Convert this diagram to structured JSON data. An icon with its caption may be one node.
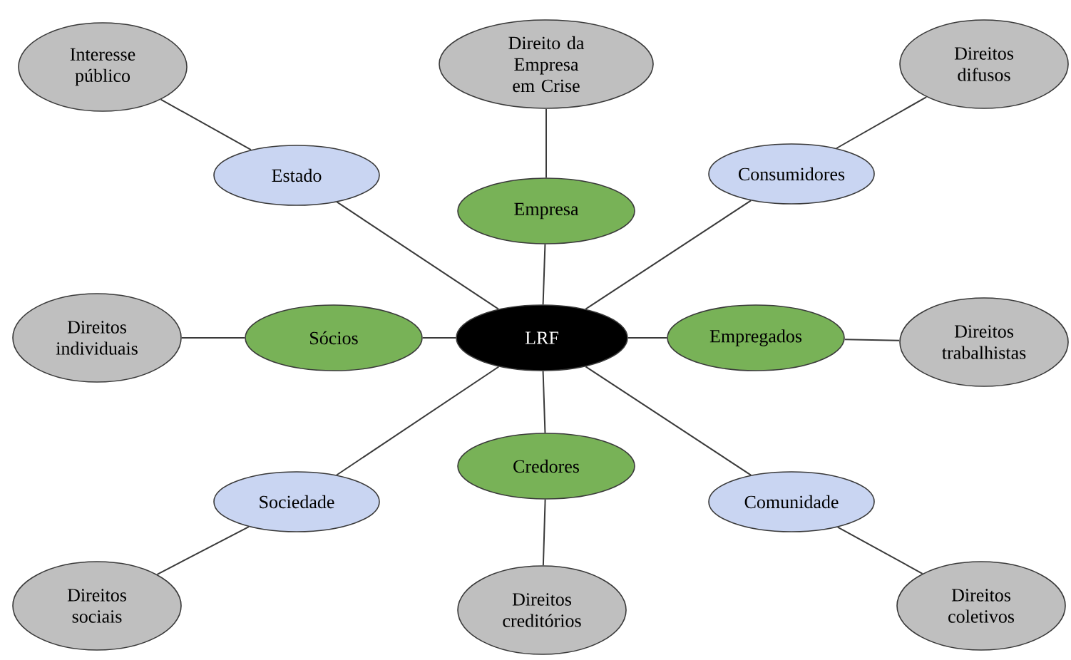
{
  "diagram": {
    "nodes": [
      {
        "text": [
          "Interesse público"
        ]
      },
      {
        "text": [
          "Direito da Empresa em Crise"
        ]
      },
      {
        "text": [
          "Direitos difusos"
        ]
      },
      {
        "text": [
          "Estado"
        ]
      },
      {
        "text": [
          "Consumidores"
        ]
      },
      {
        "text": [
          "Empresa"
        ]
      },
      {
        "text": [
          "Direitos individuais"
        ]
      },
      {
        "text": [
          "Sócios"
        ]
      },
      {
        "text": [
          "LRF"
        ]
      },
      {
        "text": [
          "Empregados"
        ]
      },
      {
        "text": [
          "Direitos trabalhistas"
        ]
      },
      {
        "text": [
          "Credores"
        ]
      },
      {
        "text": [
          "Sociedade"
        ]
      },
      {
        "text": [
          "Comunidade"
        ]
      },
      {
        "text": [
          "Direitos sociais"
        ]
      },
      {
        "text": [
          "Direitos creditórios"
        ]
      },
      {
        "text": [
          "Direitos coletivos"
        ]
      }
    ],
    "edges": [
      {
        "from": 8,
        "to": 3,
        "arrow": "none"
      },
      {
        "from": 3,
        "to": 0,
        "arrow": "none"
      },
      {
        "from": 8,
        "to": 5,
        "arrow": "none"
      },
      {
        "from": 5,
        "to": 1,
        "arrow": "none"
      },
      {
        "from": 8,
        "to": 4,
        "arrow": "none"
      },
      {
        "from": 4,
        "to": 2,
        "arrow": "none"
      },
      {
        "from": 8,
        "to": 7,
        "arrow": "none"
      },
      {
        "from": 7,
        "to": 6,
        "arrow": "none"
      },
      {
        "from": 8,
        "to": 9,
        "arrow": "none"
      },
      {
        "from": 9,
        "to": 10,
        "arrow": "none"
      },
      {
        "from": 8,
        "to": 11,
        "arrow": "none"
      },
      {
        "from": 11,
        "to": 15,
        "arrow": "none"
      },
      {
        "from": 8,
        "to": 12,
        "arrow": "none"
      },
      {
        "from": 12,
        "to": 14,
        "arrow": "none"
      },
      {
        "from": 8,
        "to": 13,
        "arrow": "none"
      },
      {
        "from": 13,
        "to": 16,
        "arrow": "none"
      }
    ]
  }
}
